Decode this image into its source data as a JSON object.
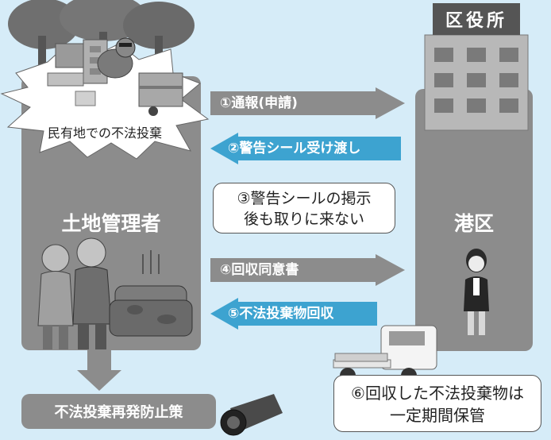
{
  "colors": {
    "background": "#d6ecf8",
    "panel": "#8c8c8c",
    "arrow_gray": "#8c8c8c",
    "arrow_blue": "#3da3d0"
  },
  "left_panel": {
    "burst_label": "民有地での不法投棄",
    "title": "土地管理者"
  },
  "right_panel": {
    "building_sign": "区役所",
    "title": "港区"
  },
  "steps": {
    "s1": "①通報(申請)",
    "s2": "②警告シール受け渡し",
    "s3_line1": "③警告シールの掲示",
    "s3_line2": "後も取りに来ない",
    "s4": "④回収同意書",
    "s5": "⑤不法投棄物回収",
    "s6_line1": "⑥回収した不法投棄物は",
    "s6_line2": "一定期間保管"
  },
  "bottom": {
    "label": "不法投棄再発防止策"
  },
  "icons": [
    "trash-pile-illustration",
    "city-office-building-icon",
    "residents-illustration",
    "staff-person-icon",
    "truck-icon",
    "security-camera-icon"
  ]
}
